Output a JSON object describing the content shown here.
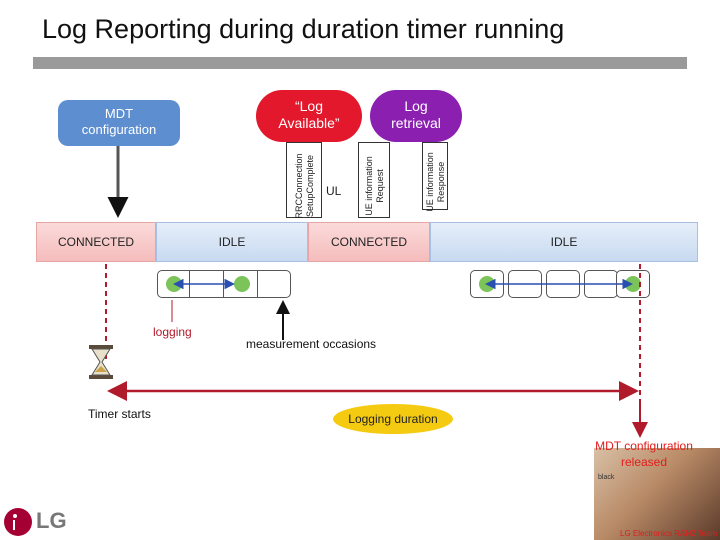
{
  "title": "Log Reporting during duration timer running",
  "bubbles": {
    "mdt_config_line1": "MDT",
    "mdt_config_line2": "configuration",
    "log_available_line1": "“Log",
    "log_available_line2": "Available”",
    "log_retrieval_line1": "Log",
    "log_retrieval_line2": "retrieval"
  },
  "messages": {
    "rrc_line1": "RRCConnection",
    "rrc_line2": "SetupComplete",
    "ul": "UL",
    "ue_req_line1": "UE information",
    "ue_req_line2": "Request",
    "ue_resp_line1": "UE information",
    "ue_resp_line2": "Response"
  },
  "states": [
    "CONNECTED",
    "IDLE",
    "CONNECTED",
    "IDLE"
  ],
  "labels": {
    "logging": "logging",
    "measurement_occasions": "measurement occasions",
    "timer_starts": "Timer starts",
    "logging_duration": "Logging duration",
    "mdt_released_line1": "MDT configuration",
    "mdt_released_line2": "released",
    "ad_text": "black",
    "footer": "LG Electronics RAN2 Team",
    "logo_text": "LG"
  },
  "colors": {
    "mdt_bubble": "#5d8ed0",
    "log_available_bubble": "#e3182c",
    "log_retrieval_bubble": "#8b1fb0",
    "connected_state": "#f5bcbc",
    "idle_state": "#c8daf1",
    "arrow_red": "#b01a2a",
    "measurement_dot": "#7cc35a",
    "logging_duration_oval": "#f5cb12",
    "lg_logo": "#a50034"
  },
  "icons": {
    "hourglass": "hourglass-icon",
    "logo": "lg-logo-icon"
  }
}
